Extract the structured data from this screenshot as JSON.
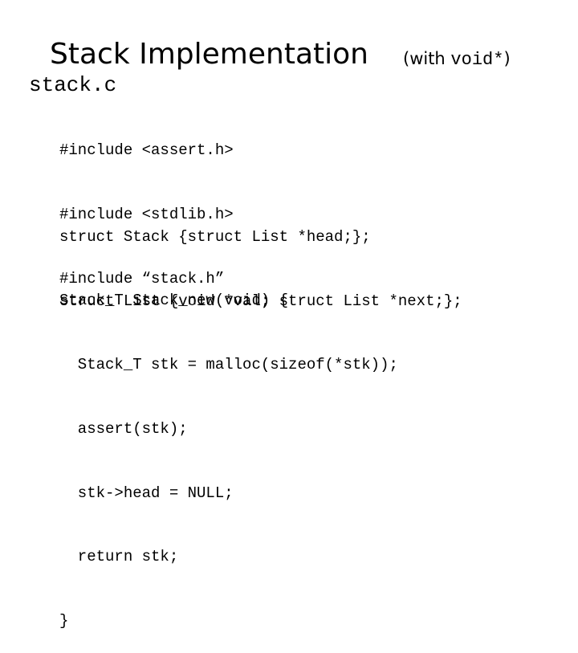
{
  "slide": {
    "title": "Stack Implementation",
    "subtitle_prefix": "(with ",
    "subtitle_code": "void*",
    "subtitle_suffix": ")",
    "filename": "stack.c"
  },
  "code": {
    "includes": [
      "#include <assert.h>",
      "#include <stdlib.h>",
      "#include “stack.h”"
    ],
    "structs": [
      "struct Stack {struct List *head;};",
      "struct List {void *val; struct List *next;};"
    ],
    "function": [
      "Stack_T Stack_new(void) {",
      "  Stack_T stk = malloc(sizeof(*stk));",
      "  assert(stk);",
      "  stk->head = NULL;",
      "  return stk;",
      "}"
    ]
  }
}
